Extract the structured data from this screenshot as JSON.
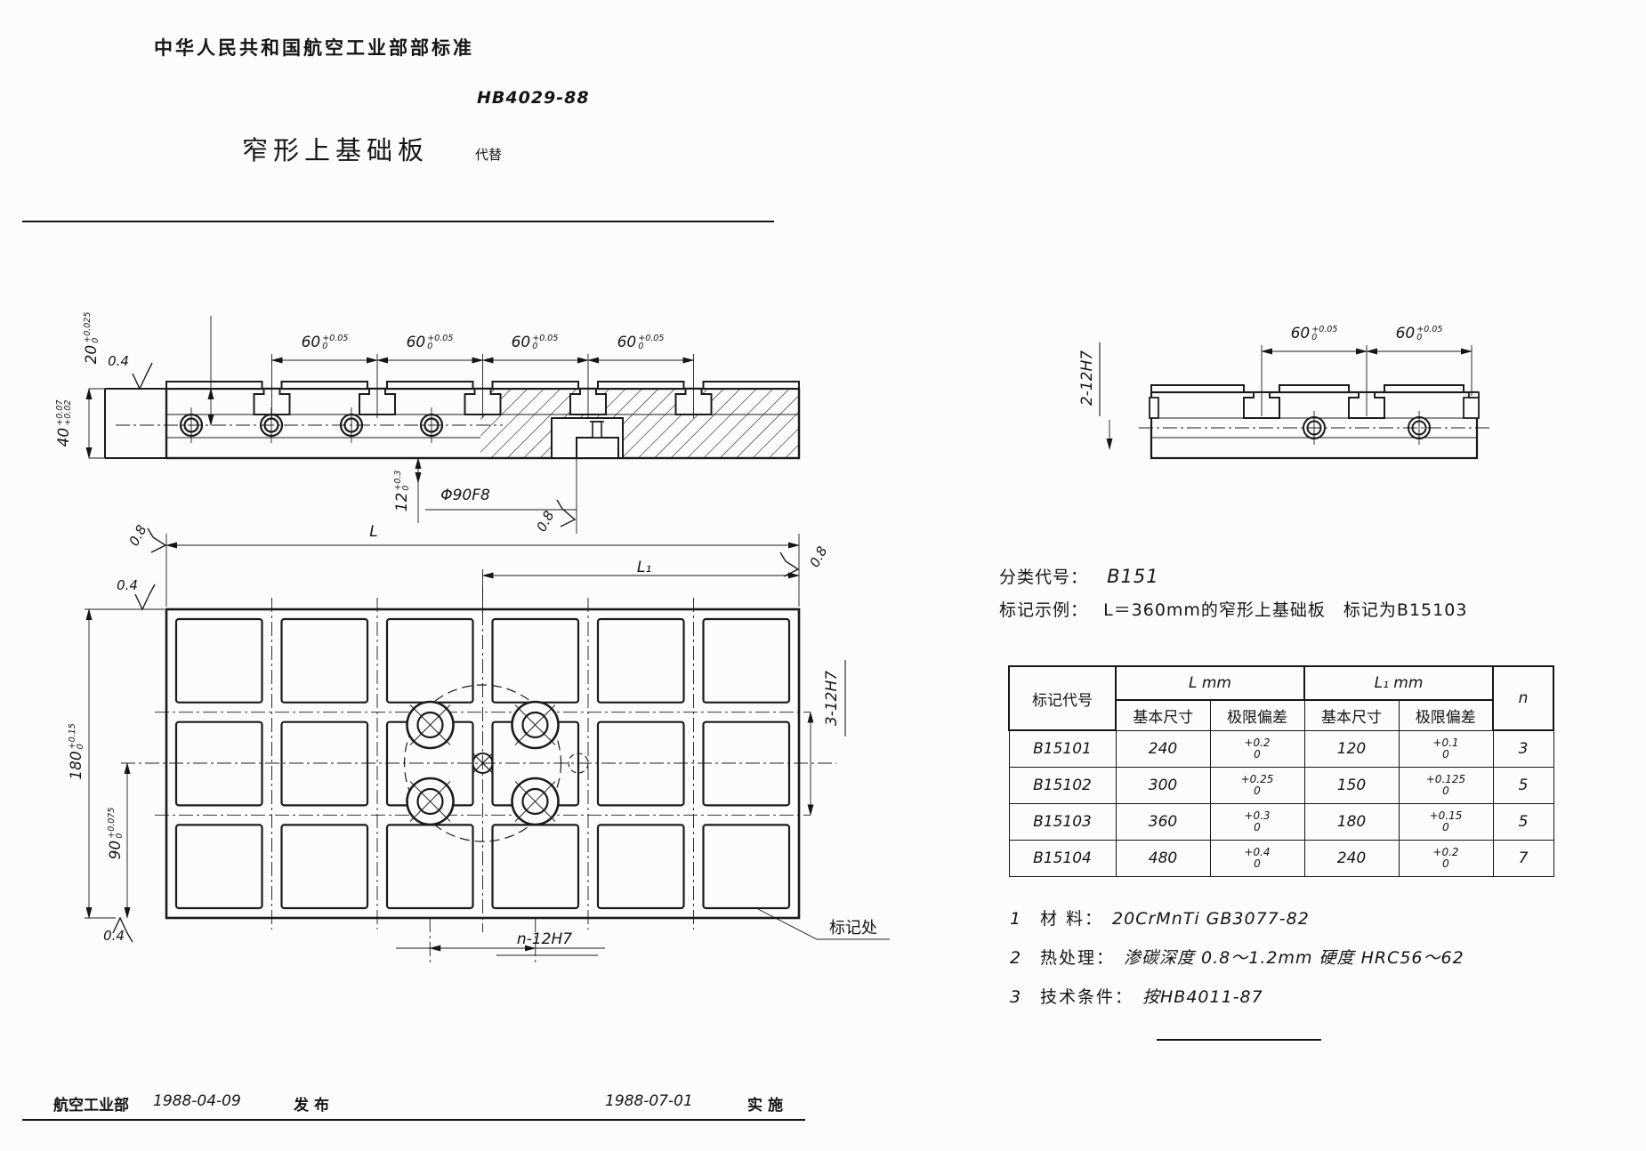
{
  "header": {
    "standard_name": "中华人民共和国航空工业部部标准",
    "doc_number": "HB4029-88",
    "title": "窄形上基础板",
    "replaces_label": "代替"
  },
  "front_view": {
    "dim_60": "60",
    "tol_60_up": "+0.05",
    "tol_60_dn": "0",
    "dim_20": "20",
    "tol_20_up": "+0.025",
    "tol_20_dn": "0",
    "dim_40": "40",
    "tol_40_up": "+0.07",
    "tol_40_dn": "+0.02",
    "dim_12": "12",
    "tol_12_up": "+0.3",
    "tol_12_dn": "0",
    "dim_bore": "Φ90F8",
    "finish_04": "0.4",
    "finish_08": "0.8"
  },
  "plan_view": {
    "dim_L": "L",
    "dim_L1": "L₁",
    "dim_180": "180",
    "tol_180_up": "+0.15",
    "tol_180_dn": "0",
    "dim_90": "90",
    "tol_90_up": "+0.075",
    "tol_90_dn": "0",
    "slots_right": "3-12H7",
    "slots_bottom": "n-12H7",
    "mark_label": "标记处",
    "finish_08": "0.8",
    "finish_04": "0.4"
  },
  "end_view": {
    "dim_60": "60",
    "tol_60_up": "+0.05",
    "tol_60_dn": "0",
    "slots": "2-12H7"
  },
  "classification": {
    "label": "分类代号：",
    "value": "B151"
  },
  "example": {
    "label": "标记示例：",
    "value": "L＝360mm的窄形上基础板　标记为B15103"
  },
  "table": {
    "col_code": "标记代号",
    "col_L": "L mm",
    "col_L1": "L₁ mm",
    "col_basic": "基本尺寸",
    "col_tol": "极限偏差",
    "col_n": "n",
    "rows": [
      {
        "code": "B15101",
        "L": "240",
        "L_tol_up": "+0.2",
        "L_tol_dn": "0",
        "L1": "120",
        "L1_tol_up": "+0.1",
        "L1_tol_dn": "0",
        "n": "3"
      },
      {
        "code": "B15102",
        "L": "300",
        "L_tol_up": "+0.25",
        "L_tol_dn": "0",
        "L1": "150",
        "L1_tol_up": "+0.125",
        "L1_tol_dn": "0",
        "n": "5"
      },
      {
        "code": "B15103",
        "L": "360",
        "L_tol_up": "+0.3",
        "L_tol_dn": "0",
        "L1": "180",
        "L1_tol_up": "+0.15",
        "L1_tol_dn": "0",
        "n": "5"
      },
      {
        "code": "B15104",
        "L": "480",
        "L_tol_up": "+0.4",
        "L_tol_dn": "0",
        "L1": "240",
        "L1_tol_up": "+0.2",
        "L1_tol_dn": "0",
        "n": "7"
      }
    ]
  },
  "notes": [
    {
      "no": "1",
      "label": "材  料：",
      "text": "20CrMnTi  GB3077-82"
    },
    {
      "no": "2",
      "label": "热处理：",
      "text": "渗碳深度 0.8～1.2mm  硬度 HRC56～62"
    },
    {
      "no": "3",
      "label": "技术条件：",
      "text": "按HB4011-87"
    }
  ],
  "footer": {
    "issuer": "航空工业部",
    "issue_date": "1988-04-09",
    "issue_label": "发布",
    "impl_date": "1988-07-01",
    "impl_label": "实施"
  }
}
